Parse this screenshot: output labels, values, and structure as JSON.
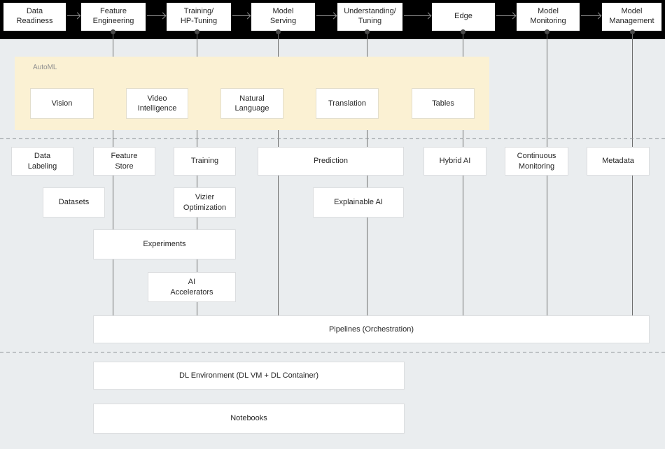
{
  "colors": {
    "header_bg": "#000000",
    "canvas_bg": "#EAEDEF",
    "automl_bg": "#FBF1D3",
    "box_bg": "#FFFFFF",
    "box_border": "#DBDDDF",
    "text": "#262626",
    "connector_line": "#6E6E6E",
    "arrow": "#8A8A8A"
  },
  "header": {
    "stages": [
      {
        "label": "Data\nReadiness"
      },
      {
        "label": "Feature\nEngineering"
      },
      {
        "label": "Training/\nHP-Tuning"
      },
      {
        "label": "Model\nServing"
      },
      {
        "label": "Understanding/\nTuning"
      },
      {
        "label": "Edge"
      },
      {
        "label": "Model\nMonitoring"
      },
      {
        "label": "Model\nManagement"
      }
    ]
  },
  "automl": {
    "label": "AutoML",
    "services": [
      {
        "label": "Vision"
      },
      {
        "label": "Video\nIntelligence"
      },
      {
        "label": "Natural\nLanguage"
      },
      {
        "label": "Translation"
      },
      {
        "label": "Tables"
      }
    ]
  },
  "components": {
    "row1": [
      {
        "label": "Data\nLabeling"
      },
      {
        "label": "Feature\nStore"
      },
      {
        "label": "Training"
      },
      {
        "label": "Prediction"
      },
      {
        "label": "Hybrid AI"
      },
      {
        "label": "Continuous\nMonitoring"
      },
      {
        "label": "Metadata"
      }
    ],
    "row2": [
      {
        "label": "Datasets"
      },
      {
        "label": "Vizier\nOptimization"
      },
      {
        "label": "Explainable AI"
      }
    ],
    "experiments": "Experiments",
    "ai_accelerators": "AI\nAccelerators",
    "pipelines": "Pipelines (Orchestration)",
    "dl_environment": "DL Environment (DL VM + DL Container)",
    "notebooks": "Notebooks"
  }
}
